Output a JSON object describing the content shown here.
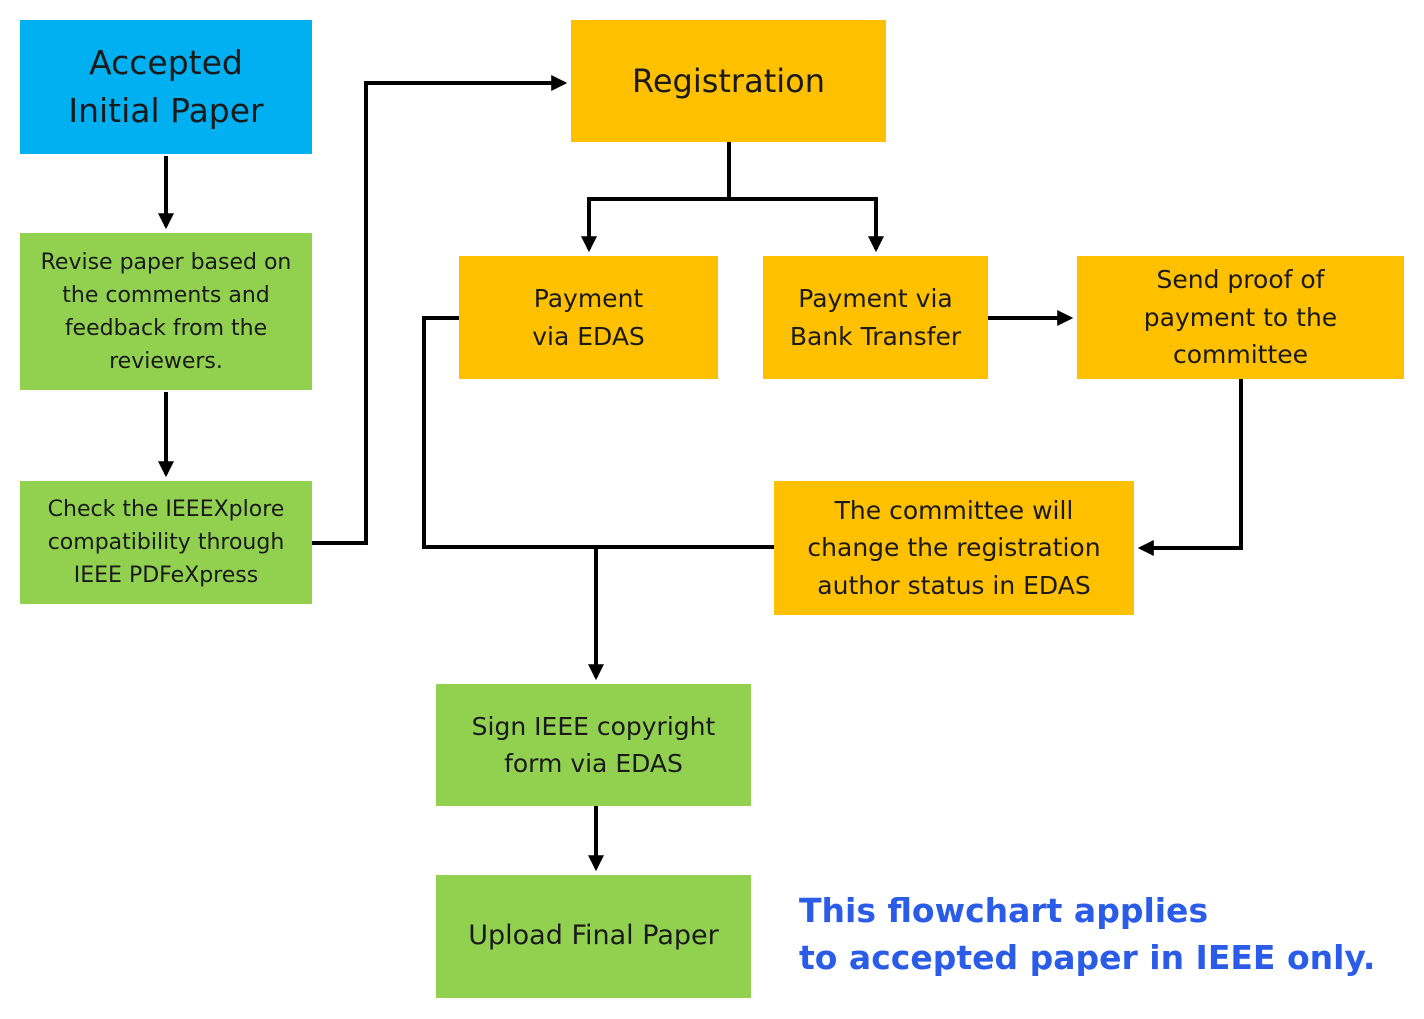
{
  "colors": {
    "start": "#00b0f0",
    "author_step": "#92d050",
    "registration_step": "#ffc000",
    "connector": "#000000",
    "note_text": "#2a5ce8"
  },
  "nodes": {
    "accepted": {
      "lines": [
        "Accepted",
        "Initial Paper"
      ]
    },
    "revise": {
      "lines": [
        "Revise paper based on",
        "the comments and",
        "feedback from the",
        "reviewers."
      ]
    },
    "check": {
      "lines": [
        "Check the IEEEXplore",
        "compatibility through",
        "IEEE PDFeXpress"
      ]
    },
    "registration": {
      "lines": [
        "Registration"
      ]
    },
    "pay_edas": {
      "lines": [
        "Payment",
        "via EDAS"
      ]
    },
    "pay_bank": {
      "lines": [
        "Payment via",
        "Bank Transfer"
      ]
    },
    "send_proof": {
      "lines": [
        "Send proof of",
        "payment to the",
        "committee"
      ]
    },
    "committee_update": {
      "lines": [
        "The committee will",
        "change the registration",
        "author status in EDAS"
      ]
    },
    "sign_copyright": {
      "lines": [
        "Sign IEEE copyright",
        "form via EDAS"
      ]
    },
    "upload_final": {
      "lines": [
        "Upload Final Paper"
      ]
    }
  },
  "edges": [
    {
      "from": "accepted",
      "to": "revise"
    },
    {
      "from": "revise",
      "to": "check"
    },
    {
      "from": "check",
      "to": "registration"
    },
    {
      "from": "registration",
      "to": "pay_edas"
    },
    {
      "from": "registration",
      "to": "pay_bank"
    },
    {
      "from": "pay_bank",
      "to": "send_proof"
    },
    {
      "from": "send_proof",
      "to": "committee_update"
    },
    {
      "from": "pay_edas",
      "to": "sign_copyright"
    },
    {
      "from": "committee_update",
      "to": "sign_copyright"
    },
    {
      "from": "sign_copyright",
      "to": "upload_final"
    }
  ],
  "note": {
    "lines": [
      "This flowchart applies",
      "to accepted paper in IEEE only."
    ]
  }
}
